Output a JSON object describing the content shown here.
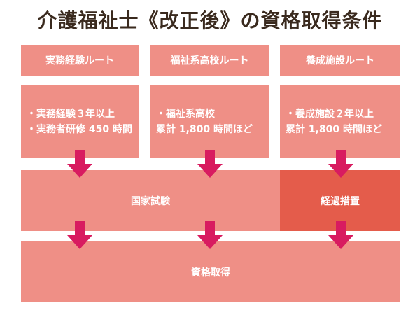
{
  "title": "介護福祉士《改正後》の資格取得条件",
  "routes": [
    {
      "label": "実務経験ルート",
      "lines": [
        "・実務経験３年以上",
        "・実務者研修 450 時間"
      ]
    },
    {
      "label": "福祉系高校ルート",
      "lines": [
        "・福祉系高校",
        "累計 1,800 時間ほど"
      ]
    },
    {
      "label": "養成施設ルート",
      "lines": [
        "・養成施設２年以上",
        "累計 1,800 時間ほど"
      ]
    }
  ],
  "exam_label": "国家試験",
  "transition_label": "経過措置",
  "result_label": "資格取得",
  "colors": {
    "box": "#ef8f86",
    "transition_box": "#e45c4b",
    "arrow": "#d81b60",
    "title": "#3a2a1e"
  }
}
